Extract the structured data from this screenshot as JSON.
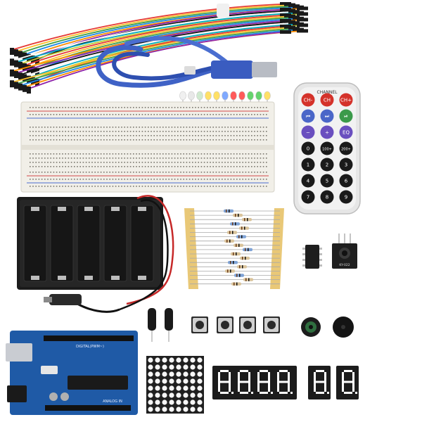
{
  "remote": {
    "header": "CHANNEL",
    "rows": [
      [
        "CH-",
        "CH",
        "CH+"
      ],
      [
        "⏮",
        "⏭",
        "⏯"
      ],
      [
        "−",
        "+",
        "EQ"
      ],
      [
        "0",
        "100+",
        "200+"
      ],
      [
        "1",
        "2",
        "3"
      ],
      [
        "4",
        "5",
        "6"
      ],
      [
        "7",
        "8",
        "9"
      ]
    ],
    "colors": [
      "#d4322a",
      "#4a66c8",
      "#6a4fbf",
      "#1a1a1a"
    ]
  },
  "arduino": {
    "digital_label": "DIGITAL(PWM~)",
    "analog_label": "ANALOG IN"
  },
  "sensor": {
    "label": "KY-022"
  },
  "colors": {
    "breadboard": "#f1efe8",
    "battery": "#1b1b1b",
    "arduino": "#1f5aa6",
    "usb_cable": "#3f62c6",
    "segment": "#ffffff",
    "matrix_led": "#f6f6f6",
    "resistor_tape": "#e9c877"
  }
}
